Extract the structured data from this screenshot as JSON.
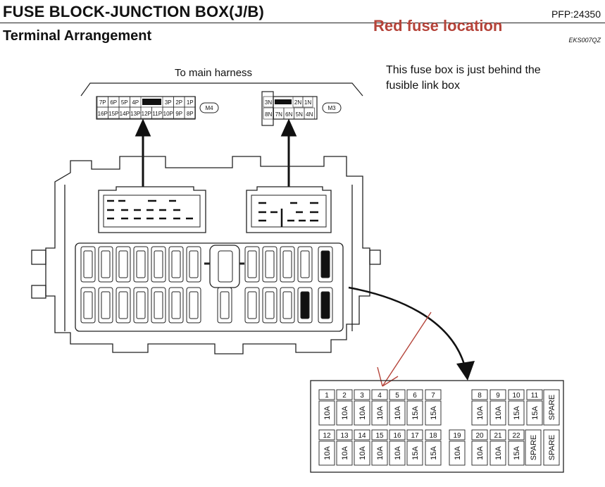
{
  "header": {
    "title": "FUSE BLOCK-JUNCTION BOX(J/B)",
    "subtitle": "Terminal Arrangement",
    "pfp": "PFP:24350",
    "code": "EKS007QZ"
  },
  "annotation": {
    "heading": "Red fuse location",
    "note": "This fuse box is just behind the fusible link box"
  },
  "harness_label": "To main harness",
  "connectors": {
    "m4": {
      "id": "M4",
      "top_row": [
        "7P",
        "6P",
        "5P",
        "4P",
        "",
        "3P",
        "2P",
        "1P"
      ],
      "bottom_row": [
        "16P",
        "15P",
        "14P",
        "13P",
        "12P",
        "11P",
        "10P",
        "9P",
        "8P"
      ]
    },
    "m3": {
      "id": "M3",
      "top_row": [
        "3N",
        "",
        "2N",
        "1N"
      ],
      "bottom_row": [
        "8N",
        "7N",
        "6N",
        "5N",
        "4N"
      ]
    }
  },
  "fuses": {
    "top_row": [
      {
        "num": "1",
        "amp": "10A"
      },
      {
        "num": "2",
        "amp": "10A"
      },
      {
        "num": "3",
        "amp": "10A"
      },
      {
        "num": "4",
        "amp": "10A"
      },
      {
        "num": "5",
        "amp": "10A"
      },
      {
        "num": "6",
        "amp": "15A"
      },
      {
        "num": "7",
        "amp": "15A"
      },
      {
        "num": "8",
        "amp": "10A"
      },
      {
        "num": "9",
        "amp": "10A"
      },
      {
        "num": "10",
        "amp": "15A"
      },
      {
        "num": "11",
        "amp": "15A"
      },
      {
        "num": "",
        "amp": "SPARE"
      }
    ],
    "bottom_row": [
      {
        "num": "12",
        "amp": "10A"
      },
      {
        "num": "13",
        "amp": "10A"
      },
      {
        "num": "14",
        "amp": "10A"
      },
      {
        "num": "15",
        "amp": "10A"
      },
      {
        "num": "16",
        "amp": "10A"
      },
      {
        "num": "17",
        "amp": "15A"
      },
      {
        "num": "18",
        "amp": "15A"
      },
      {
        "num": "19",
        "amp": "10A"
      },
      {
        "num": "20",
        "amp": "10A"
      },
      {
        "num": "21",
        "amp": "10A"
      },
      {
        "num": "22",
        "amp": "15A"
      },
      {
        "num": "",
        "amp": "SPARE"
      },
      {
        "num": "",
        "amp": "SPARE"
      }
    ]
  },
  "highlight": {
    "fuse": "4",
    "color": "#b5443a"
  }
}
